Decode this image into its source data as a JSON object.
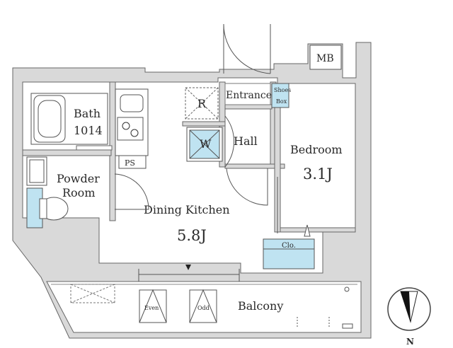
{
  "rooms": {
    "bath": {
      "name": "Bath",
      "size": "1014"
    },
    "powder_room": {
      "line1": "Powder",
      "line2": "Room"
    },
    "ps": "PS",
    "refrigerator": "R",
    "washer": "W",
    "entrance": "Entrance",
    "shoes_box": {
      "line1": "Shoes",
      "line2": "Box"
    },
    "hall": "Hall",
    "bedroom": {
      "name": "Bedroom",
      "size": "3.1J"
    },
    "dining_kitchen": {
      "name": "Dining Kitchen",
      "size": "5.8J"
    },
    "closet": "Clo.",
    "balcony": "Balcony",
    "even": "Even",
    "odd": "Odd",
    "mb": "MB"
  },
  "compass": {
    "label": "N"
  },
  "colors": {
    "wall": "#d8d8d8",
    "outline": "#555555",
    "fixture_blue": "#bfe3f1",
    "floor": "#ffffff"
  }
}
